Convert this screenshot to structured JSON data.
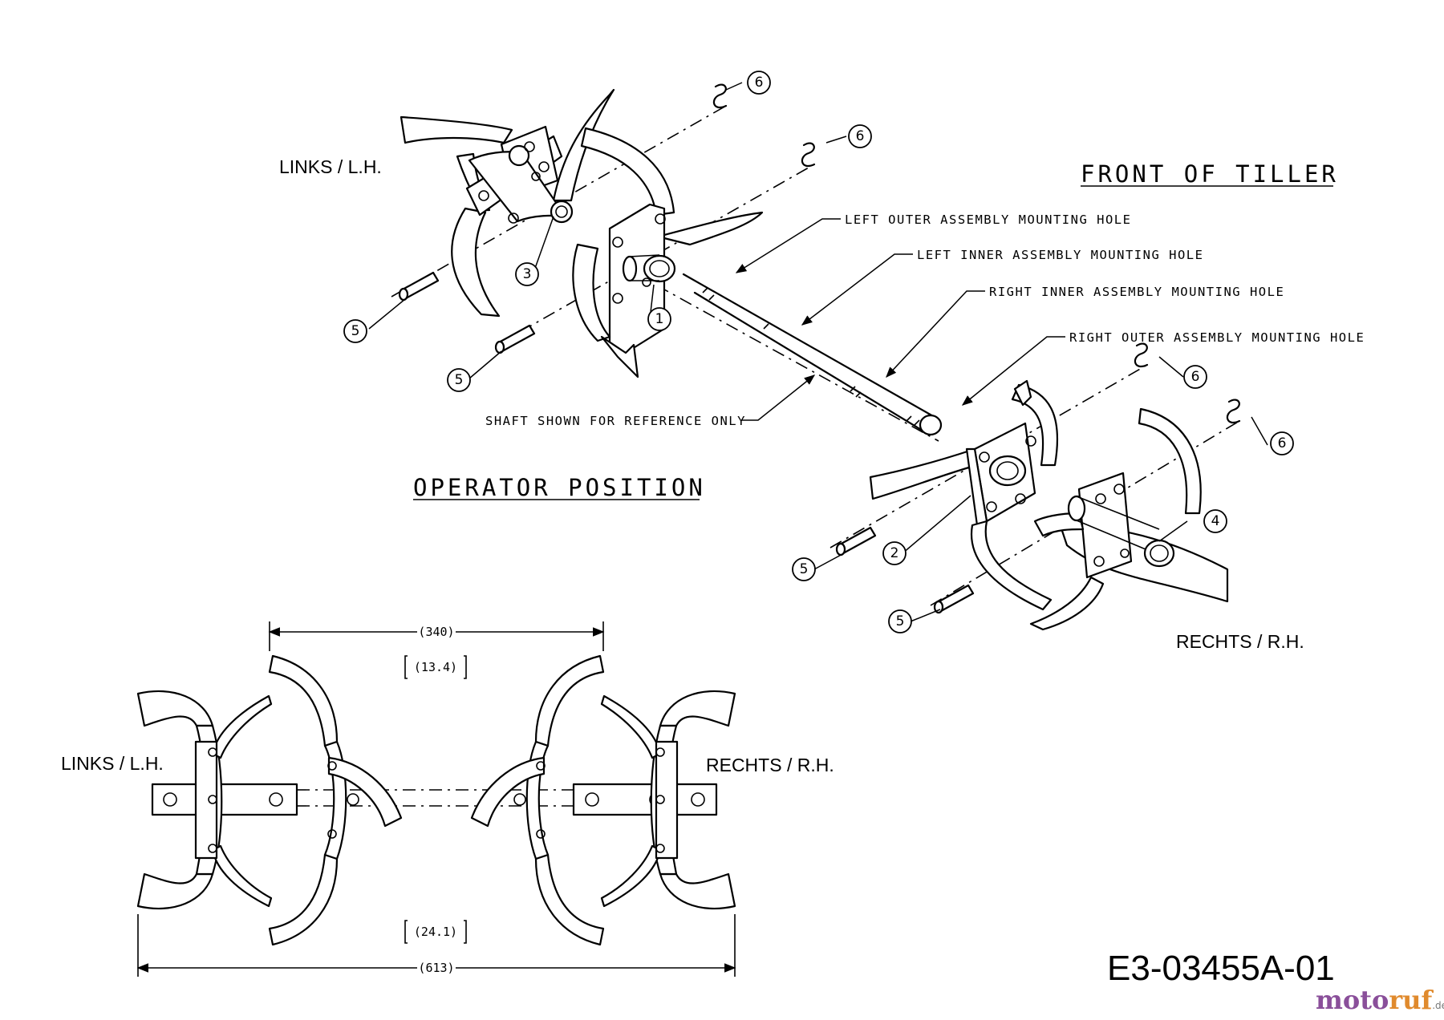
{
  "labels": {
    "left_top": "LINKS / L.H.",
    "right_top": "RECHTS / R.H.",
    "left_bottom": "LINKS / L.H.",
    "right_bottom": "RECHTS / R.H.",
    "front": "FRONT OF TILLER",
    "operator": "OPERATOR POSITION"
  },
  "callouts": {
    "left_outer": "LEFT OUTER ASSEMBLY MOUNTING HOLE",
    "left_inner": "LEFT INNER ASSEMBLY MOUNTING HOLE",
    "right_inner": "RIGHT INNER ASSEMBLY MOUNTING HOLE",
    "right_outer": "RIGHT OUTER ASSEMBLY MOUNTING HOLE",
    "shaft": "SHAFT SHOWN FOR REFERENCE ONLY"
  },
  "parts": {
    "p1": "1",
    "p2": "2",
    "p3": "3",
    "p4": "4",
    "p5": "5",
    "p6": "6"
  },
  "dimensions": {
    "inner_mm": "(340)",
    "inner_in": "(13.4)",
    "outer_in": "(24.1)",
    "outer_mm": "(613)"
  },
  "drawing_code": "E3-03455A-01",
  "watermark": {
    "brand_a": "moto",
    "brand_b": "ruf",
    "suffix": ".de"
  }
}
